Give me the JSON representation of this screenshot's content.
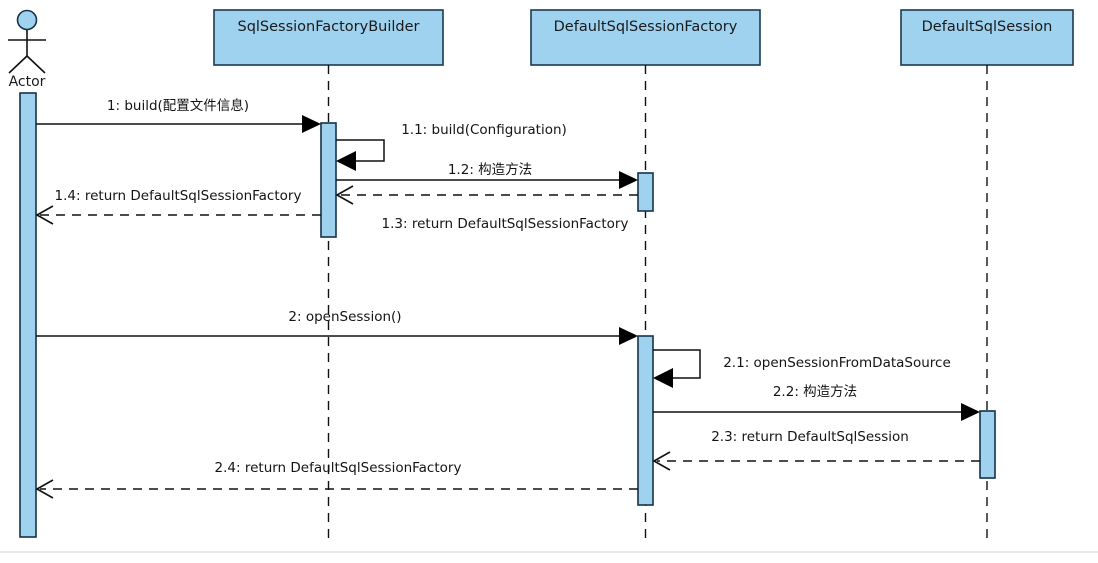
{
  "diagram": {
    "type": "uml-sequence-diagram",
    "title": "MyBatis SqlSession creation sequence",
    "colors": {
      "participant_fill": "#9ed2ef",
      "participant_stroke": "#1b3a52",
      "line": "#111111",
      "text": "#141414",
      "background": "#ffffff"
    }
  },
  "participants": [
    {
      "id": "actor",
      "label": "Actor",
      "kind": "actor"
    },
    {
      "id": "builder",
      "label": "SqlSessionFactoryBuilder",
      "kind": "object"
    },
    {
      "id": "factory",
      "label": "DefaultSqlSessionFactory",
      "kind": "object"
    },
    {
      "id": "session",
      "label": "DefaultSqlSession",
      "kind": "object"
    }
  ],
  "messages": [
    {
      "seq": "1",
      "label": "1: build(配置文件信息)",
      "from": "actor",
      "to": "builder",
      "kind": "sync"
    },
    {
      "seq": "1.1",
      "label": "1.1: build(Configuration)",
      "from": "builder",
      "to": "builder",
      "kind": "self"
    },
    {
      "seq": "1.2",
      "label": "1.2: 构造方法",
      "from": "builder",
      "to": "factory",
      "kind": "sync"
    },
    {
      "seq": "1.3",
      "label": "1.3: return DefaultSqlSessionFactory",
      "from": "factory",
      "to": "builder",
      "kind": "return"
    },
    {
      "seq": "1.4",
      "label": "1.4: return DefaultSqlSessionFactory",
      "from": "builder",
      "to": "actor",
      "kind": "return"
    },
    {
      "seq": "2",
      "label": "2: openSession()",
      "from": "actor",
      "to": "factory",
      "kind": "sync"
    },
    {
      "seq": "2.1",
      "label": "2.1: openSessionFromDataSource",
      "from": "factory",
      "to": "factory",
      "kind": "self"
    },
    {
      "seq": "2.2",
      "label": "2.2: 构造方法",
      "from": "factory",
      "to": "session",
      "kind": "sync"
    },
    {
      "seq": "2.3",
      "label": "2.3: return DefaultSqlSession",
      "from": "session",
      "to": "factory",
      "kind": "return"
    },
    {
      "seq": "2.4",
      "label": "2.4: return DefaultSqlSessionFactory",
      "from": "factory",
      "to": "actor",
      "kind": "return"
    }
  ]
}
